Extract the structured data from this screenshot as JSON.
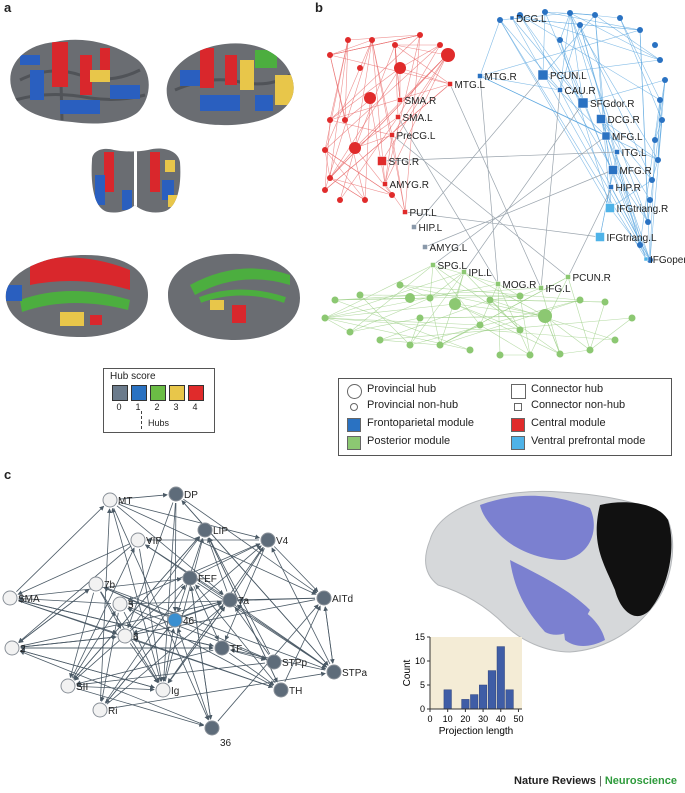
{
  "panels": {
    "a": "a",
    "b": "b",
    "c": "c"
  },
  "hub_legend": {
    "title": "Hub score",
    "levels": [
      {
        "label": "0",
        "color": "#6b7b8c"
      },
      {
        "label": "1",
        "color": "#2a72c2"
      },
      {
        "label": "2",
        "color": "#6bbd45"
      },
      {
        "label": "3",
        "color": "#e8c64a"
      },
      {
        "label": "4",
        "color": "#e02b2b"
      }
    ],
    "hubs_label": "Hubs"
  },
  "network_b": {
    "node_labels": [
      {
        "text": "DCG.L",
        "module": "frontoparietal"
      },
      {
        "text": "MTG.R",
        "module": "frontoparietal"
      },
      {
        "text": "PCUN.L",
        "module": "frontoparietal"
      },
      {
        "text": "CAU.R",
        "module": "frontoparietal"
      },
      {
        "text": "SFGdor.R",
        "module": "frontoparietal"
      },
      {
        "text": "DCG.R",
        "module": "frontoparietal"
      },
      {
        "text": "MFG.L",
        "module": "frontoparietal"
      },
      {
        "text": "ITG.L",
        "module": "frontoparietal"
      },
      {
        "text": "MFG.R",
        "module": "frontoparietal"
      },
      {
        "text": "HIP.R",
        "module": "frontoparietal"
      },
      {
        "text": "IFGtriang.R",
        "module": "ventral"
      },
      {
        "text": "IFGtriang.L",
        "module": "ventral"
      },
      {
        "text": "IFGoperc.L",
        "module": "ventral"
      },
      {
        "text": "MTG.L",
        "module": "central"
      },
      {
        "text": "SMA.R",
        "module": "central"
      },
      {
        "text": "SMA.L",
        "module": "central"
      },
      {
        "text": "PreCG.L",
        "module": "central"
      },
      {
        "text": "STG.R",
        "module": "central"
      },
      {
        "text": "AMYG.R",
        "module": "central"
      },
      {
        "text": "PUT.L",
        "module": "central"
      },
      {
        "text": "HIP.L",
        "module": "connector"
      },
      {
        "text": "AMYG.L",
        "module": "connector"
      },
      {
        "text": "SPG.L",
        "module": "posterior"
      },
      {
        "text": "IPL.L",
        "module": "posterior"
      },
      {
        "text": "MOG.R",
        "module": "posterior"
      },
      {
        "text": "IFG.L",
        "module": "posterior"
      },
      {
        "text": "PCUN.R",
        "module": "posterior"
      }
    ],
    "legend": [
      {
        "text": "Provincial hub",
        "symbol": "circle-large",
        "color": "#ffffff"
      },
      {
        "text": "Connector hub",
        "symbol": "square-large",
        "color": "#ffffff"
      },
      {
        "text": "Provincial non-hub",
        "symbol": "circle-small",
        "color": "#ffffff"
      },
      {
        "text": "Connector non-hub",
        "symbol": "square-small",
        "color": "#ffffff"
      },
      {
        "text": "Frontoparietal module",
        "symbol": "square-filled",
        "color": "#2a72c2"
      },
      {
        "text": "Central module",
        "symbol": "square-filled",
        "color": "#e02b2b"
      },
      {
        "text": "Posterior module",
        "symbol": "square-filled",
        "color": "#8cc872"
      },
      {
        "text": "Ventral prefrontal mode",
        "symbol": "square-filled",
        "color": "#4fb3e8"
      }
    ],
    "colors": {
      "central": "#e02b2b",
      "frontoparietal": "#2a72c2",
      "posterior": "#8cc872",
      "ventral": "#4fb3e8",
      "connector": "#8a99aa"
    }
  },
  "network_c": {
    "nodes": [
      {
        "text": "DP",
        "type": "hub"
      },
      {
        "text": "MT",
        "type": "non-hub"
      },
      {
        "text": "LIP",
        "type": "hub"
      },
      {
        "text": "V4",
        "type": "hub"
      },
      {
        "text": "VIP",
        "type": "non-hub"
      },
      {
        "text": "FEF",
        "type": "hub"
      },
      {
        "text": "7b",
        "type": "non-hub"
      },
      {
        "text": "5",
        "type": "non-hub"
      },
      {
        "text": "7a",
        "type": "hub"
      },
      {
        "text": "AITd",
        "type": "hub"
      },
      {
        "text": "SMA",
        "type": "non-hub"
      },
      {
        "text": "46",
        "type": "centre"
      },
      {
        "text": "6",
        "type": "non-hub"
      },
      {
        "text": "TF",
        "type": "hub"
      },
      {
        "text": "STPp",
        "type": "hub"
      },
      {
        "text": "2",
        "type": "non-hub"
      },
      {
        "text": "SII",
        "type": "non-hub"
      },
      {
        "text": "Ig",
        "type": "non-hub"
      },
      {
        "text": "TH",
        "type": "hub"
      },
      {
        "text": "STPa",
        "type": "hub"
      },
      {
        "text": "Ri",
        "type": "non-hub"
      },
      {
        "text": "36",
        "type": "hub"
      }
    ],
    "colors": {
      "hub": "#5e6c7a",
      "non-hub": "#f2f2f2",
      "centre": "#3a8fd0"
    }
  },
  "chart_data": {
    "type": "bar",
    "categories": [
      10,
      15,
      20,
      25,
      30,
      35,
      40,
      45
    ],
    "values": [
      4,
      0,
      2,
      3,
      5,
      8,
      13,
      4
    ],
    "xlabel": "Projection length",
    "ylabel": "Count",
    "xticks": [
      "0",
      "10",
      "20",
      "30",
      "40",
      "50"
    ],
    "yticks": [
      "0",
      "5",
      "10",
      "15"
    ],
    "xlim": [
      0,
      52
    ],
    "ylim": [
      0,
      15
    ],
    "bar_color": "#3f5da6"
  },
  "footer": {
    "brand": "Nature Reviews",
    "separator": "|",
    "journal": "Neuroscience"
  }
}
